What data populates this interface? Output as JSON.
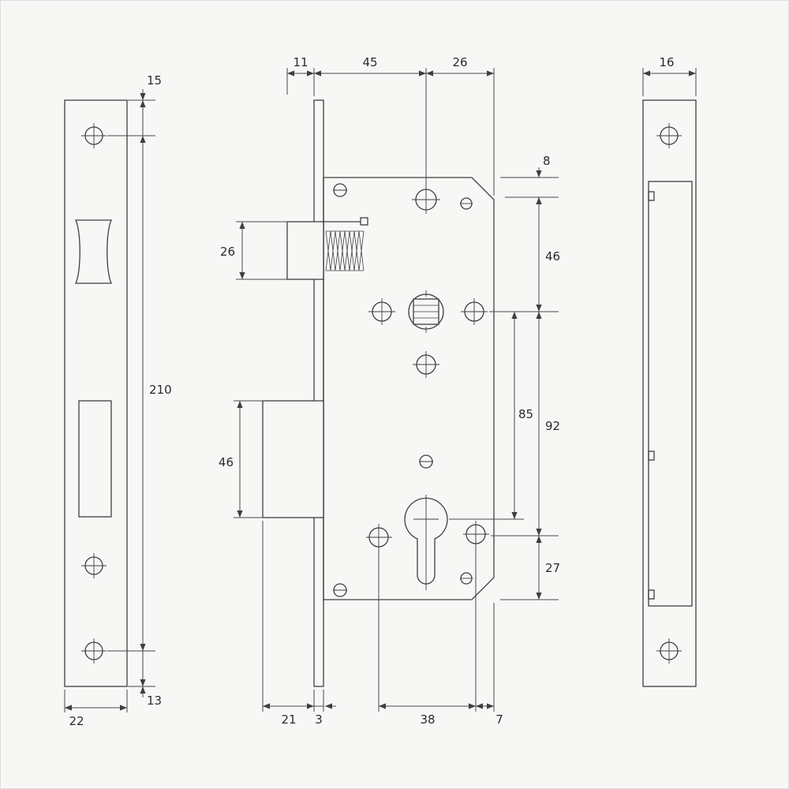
{
  "colors": {
    "line": "#3f3f3f",
    "background": "#f7f7f6",
    "text": "#2b2b2b"
  },
  "dims": {
    "front_plate": {
      "top_hole_offset": "15",
      "overall_height": "210",
      "bottom_hole_offset": "13",
      "width": "22"
    },
    "lock_case_top": {
      "latch_projection": "11",
      "backset": "45",
      "right_section": "26"
    },
    "lock_case_left": {
      "latch_height": "26",
      "deadbolt_height": "46"
    },
    "lock_case_right": {
      "top_margin": "8",
      "upper_span": "46",
      "follower_to_cylinder": "85",
      "axis_span": "92",
      "bottom_margin": "27"
    },
    "lock_case_bottom": {
      "deadbolt_projection": "21",
      "plate_thickness": "3",
      "cylinder_screw_span": "38",
      "right_margin": "7"
    },
    "side_plate": {
      "width": "16"
    }
  }
}
